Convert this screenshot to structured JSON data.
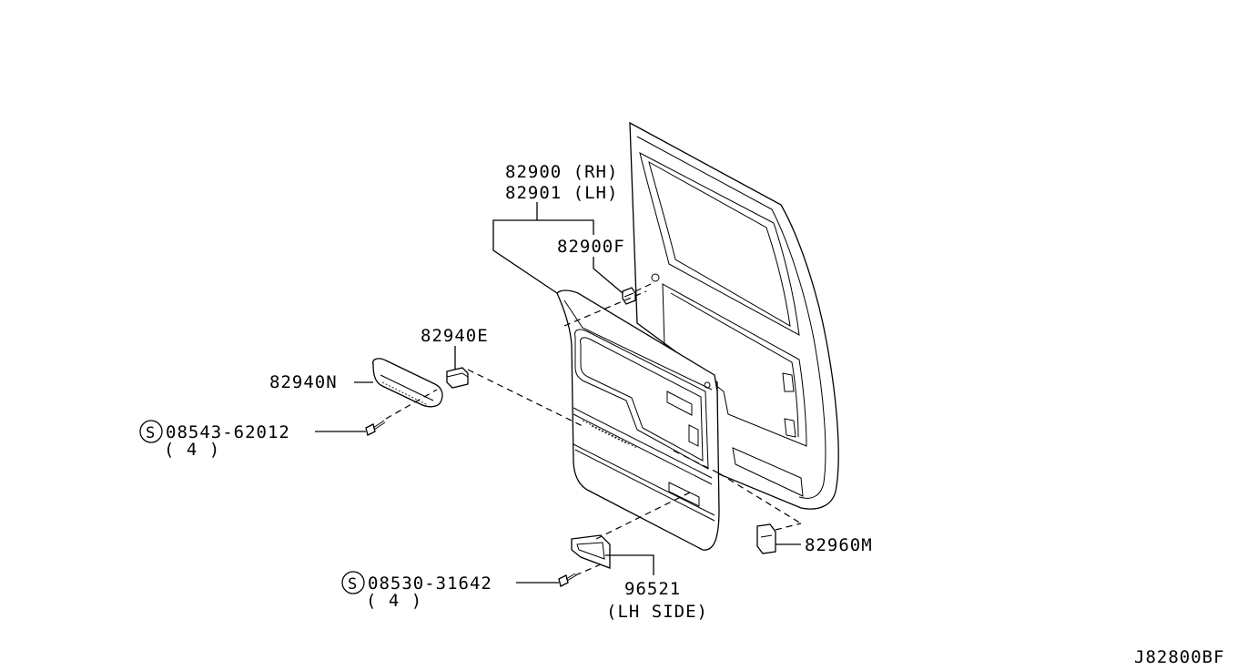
{
  "labels": {
    "part_82900_rh": "82900 (RH)",
    "part_82901_lh": "82901 (LH)",
    "part_82900f": "82900F",
    "part_82940e": "82940E",
    "part_82940n": "82940N",
    "screw_1_symbol": "S",
    "screw_1_number": "08543-62012",
    "screw_1_qty": "( 4 )",
    "screw_2_symbol": "S",
    "screw_2_number": "08530-31642",
    "screw_2_qty": "( 4 )",
    "part_96521": "96521",
    "part_96521_note": "(LH SIDE)",
    "part_82960m": "82960M",
    "diagram_code": "J82800BF"
  }
}
